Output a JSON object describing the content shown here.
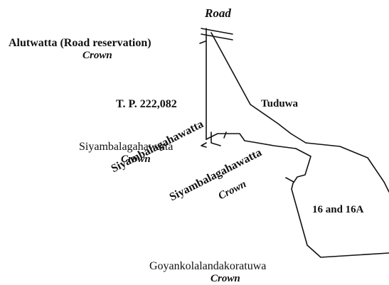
{
  "labels": {
    "road": "Road",
    "alutwatta": "Alutwatta (Road reservation)",
    "alutwatta_owner": "Crown",
    "tp": "T. P. 222,082",
    "tuduwa": "Tuduwa",
    "siyambala_left": "Siyambalagahawatta",
    "siyambala_left_owner": "Crown",
    "siyambala_mid": "Siyambalagahawatta",
    "siyambala_right": "Siyambalagahawatta",
    "siyambala_right_owner": "Crown",
    "lots": "16 and 16A",
    "goyankola": "Goyankolalandakoratuwa",
    "goyankola_owner": "Crown"
  },
  "colors": {
    "ink": "#111111",
    "paper": "#ffffff"
  }
}
